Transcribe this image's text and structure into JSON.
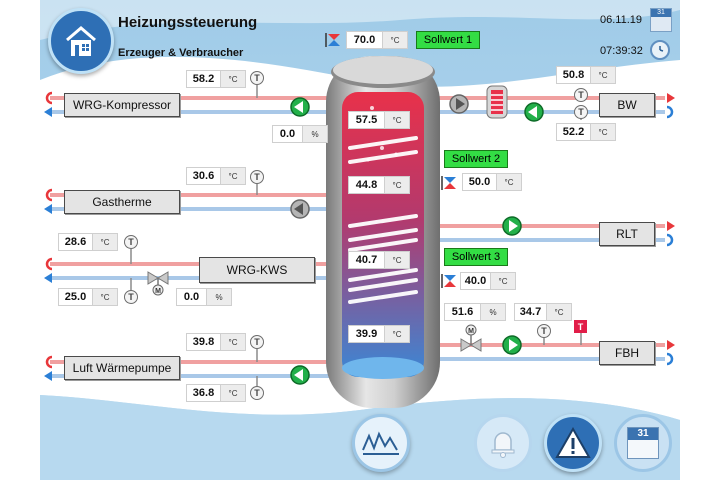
{
  "header": {
    "title": "Heizungssteuerung",
    "subtitle": "Erzeuger & Verbraucher",
    "date": "06.11.19",
    "time": "07:39:32",
    "calendar_day": "31"
  },
  "units": {
    "celsius": "°C",
    "percent": "%"
  },
  "setpoints": {
    "sp1": {
      "label": "Sollwert 1",
      "value": "70.0"
    },
    "sp2": {
      "label": "Sollwert 2",
      "value": "50.0"
    },
    "sp3": {
      "label": "Sollwert 3",
      "value": "40.0"
    }
  },
  "tank": {
    "t1": "57.5",
    "t2": "44.8",
    "t3": "40.7",
    "t4": "39.9"
  },
  "producers": {
    "wrg_kompressor": {
      "label": "WRG-Kompressor",
      "temp": "58.2",
      "valve": "0.0"
    },
    "gastherme": {
      "label": "Gastherme",
      "temp": "30.6"
    },
    "wrg_kws": {
      "label": "WRG-KWS",
      "temp_flow": "28.6",
      "temp_return": "25.0",
      "valve": "0.0"
    },
    "luft_waermepumpe": {
      "label": "Luft Wärmepumpe",
      "temp_flow": "39.8",
      "temp_return": "36.8"
    }
  },
  "consumers": {
    "bw": {
      "label": "BW",
      "temp_flow": "50.8",
      "temp_return": "52.2"
    },
    "rlt": {
      "label": "RLT"
    },
    "fbh": {
      "label": "FBH",
      "valve": "51.6",
      "temp": "34.7"
    }
  },
  "icons": {
    "home": "home-icon",
    "trend": "trend-chart-icon",
    "bell": "alarm-bell-icon",
    "warning": "warning-icon",
    "calendar": "calendar-icon",
    "clock": "clock-icon"
  },
  "colors": {
    "pipe_hot": "#f0a0a0",
    "pipe_cold": "#a9c8e8",
    "arrow_hot": "#e8373b",
    "arrow_cold": "#2b7fd6",
    "pump_green": "#22b04a",
    "setpoint_green": "#33dd44",
    "background_blue": "#a6cfe9"
  }
}
